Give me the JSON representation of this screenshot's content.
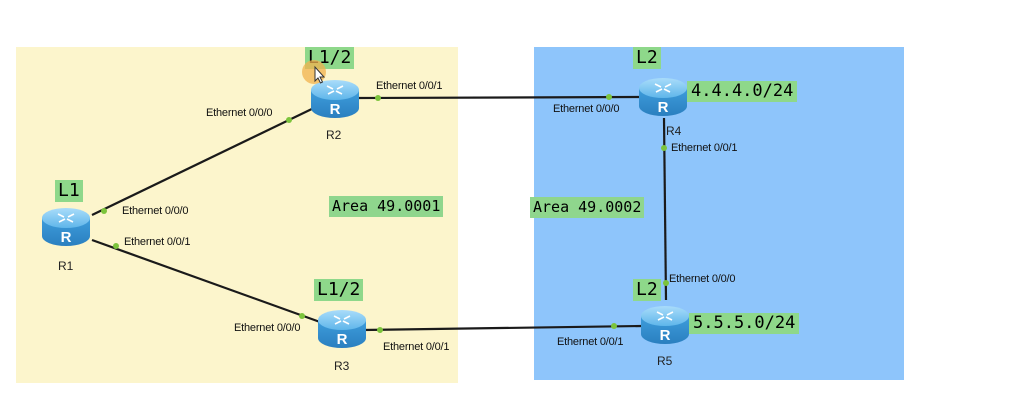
{
  "areas": [
    {
      "id": "area1",
      "label": "Area 49.0001",
      "color": "#fcf5cc"
    },
    {
      "id": "area2",
      "label": "Area 49.0002",
      "color": "#8ec5fb"
    }
  ],
  "routers": {
    "r1": {
      "name": "R1",
      "level": "L1"
    },
    "r2": {
      "name": "R2",
      "level": "L1/2"
    },
    "r3": {
      "name": "R3",
      "level": "L1/2"
    },
    "r4": {
      "name": "R4",
      "level": "L2",
      "network": "4.4.4.0/24"
    },
    "r5": {
      "name": "R5",
      "level": "L2",
      "network": "5.5.5.0/24"
    }
  },
  "interfaces": {
    "r1_e0": "Ethernet 0/0/0",
    "r1_e1": "Ethernet 0/0/1",
    "r2_e0": "Ethernet 0/0/0",
    "r2_e1": "Ethernet 0/0/1",
    "r3_e0": "Ethernet 0/0/0",
    "r3_e1": "Ethernet 0/0/1",
    "r4_e0": "Ethernet 0/0/0",
    "r4_e1": "Ethernet 0/0/1",
    "r5_e0": "Ethernet 0/0/0",
    "r5_e1": "Ethernet 0/0/1"
  },
  "links": [
    {
      "from": "R1",
      "to": "R2"
    },
    {
      "from": "R1",
      "to": "R3"
    },
    {
      "from": "R2",
      "to": "R4"
    },
    {
      "from": "R3",
      "to": "R5"
    },
    {
      "from": "R4",
      "to": "R5"
    }
  ],
  "colors": {
    "link": "#1a1a1a",
    "port": "#7cc43c",
    "label_bg": "#8ed88a",
    "router_body": "#5ab3ea"
  },
  "icons": {
    "router": "router-icon",
    "cursor": "mouse-cursor-icon"
  }
}
